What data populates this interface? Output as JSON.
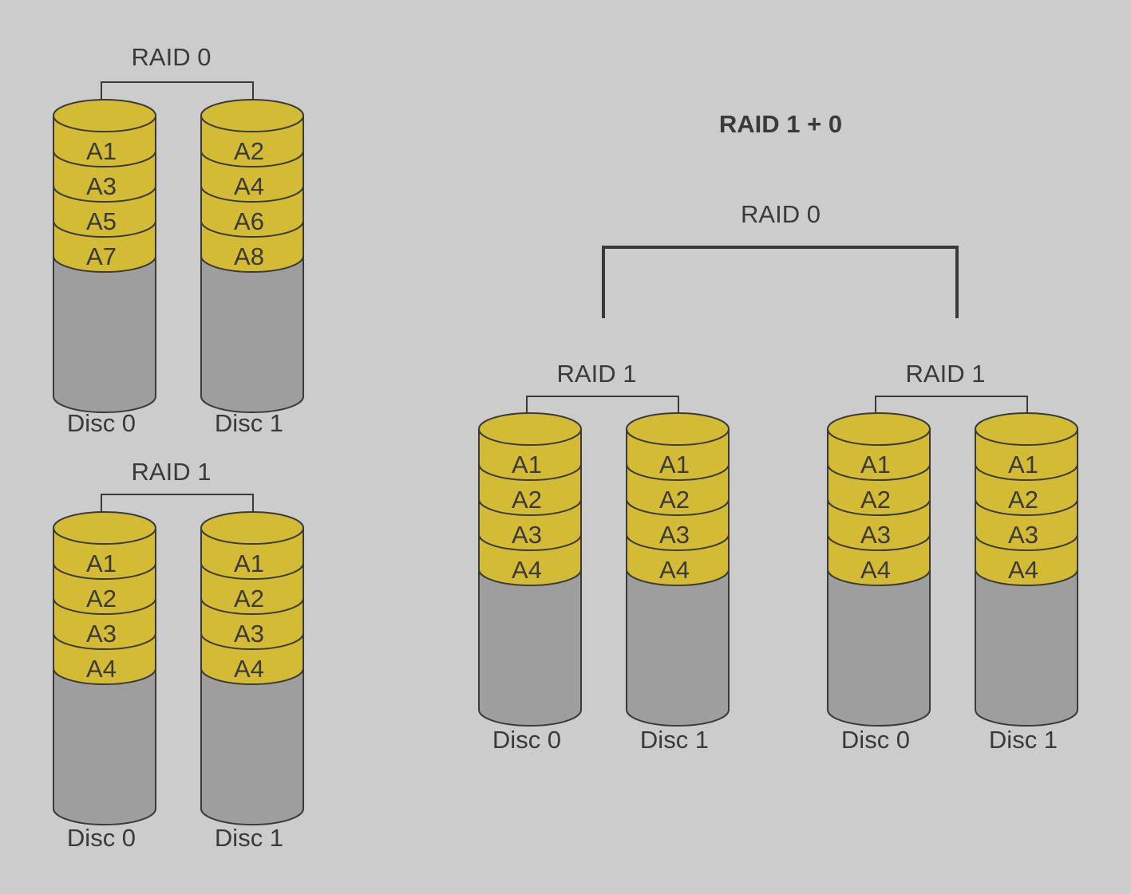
{
  "colors": {
    "background": "#cccccc",
    "data_segment": "#d4bb35",
    "empty_segment": "#9e9e9e",
    "outline": "#3a3a3a",
    "text": "#3a3a3a"
  },
  "groups": [
    {
      "id": "raid0",
      "label": "RAID 0",
      "discs": [
        {
          "label": "Disc 0",
          "blocks": [
            "A1",
            "A3",
            "A5",
            "A7"
          ]
        },
        {
          "label": "Disc 1",
          "blocks": [
            "A2",
            "A4",
            "A6",
            "A8"
          ]
        }
      ]
    },
    {
      "id": "raid1",
      "label": "RAID 1",
      "discs": [
        {
          "label": "Disc 0",
          "blocks": [
            "A1",
            "A2",
            "A3",
            "A4"
          ]
        },
        {
          "label": "Disc 1",
          "blocks": [
            "A1",
            "A2",
            "A3",
            "A4"
          ]
        }
      ]
    },
    {
      "id": "raid10-left",
      "label": "RAID 1",
      "discs": [
        {
          "label": "Disc 0",
          "blocks": [
            "A1",
            "A2",
            "A3",
            "A4"
          ]
        },
        {
          "label": "Disc 1",
          "blocks": [
            "A1",
            "A2",
            "A3",
            "A4"
          ]
        }
      ]
    },
    {
      "id": "raid10-right",
      "label": "RAID 1",
      "discs": [
        {
          "label": "Disc 0",
          "blocks": [
            "A1",
            "A2",
            "A3",
            "A4"
          ]
        },
        {
          "label": "Disc 1",
          "blocks": [
            "A1",
            "A2",
            "A3",
            "A4"
          ]
        }
      ]
    }
  ],
  "raid10": {
    "title": "RAID 1 + 0",
    "top_label": "RAID 0"
  }
}
